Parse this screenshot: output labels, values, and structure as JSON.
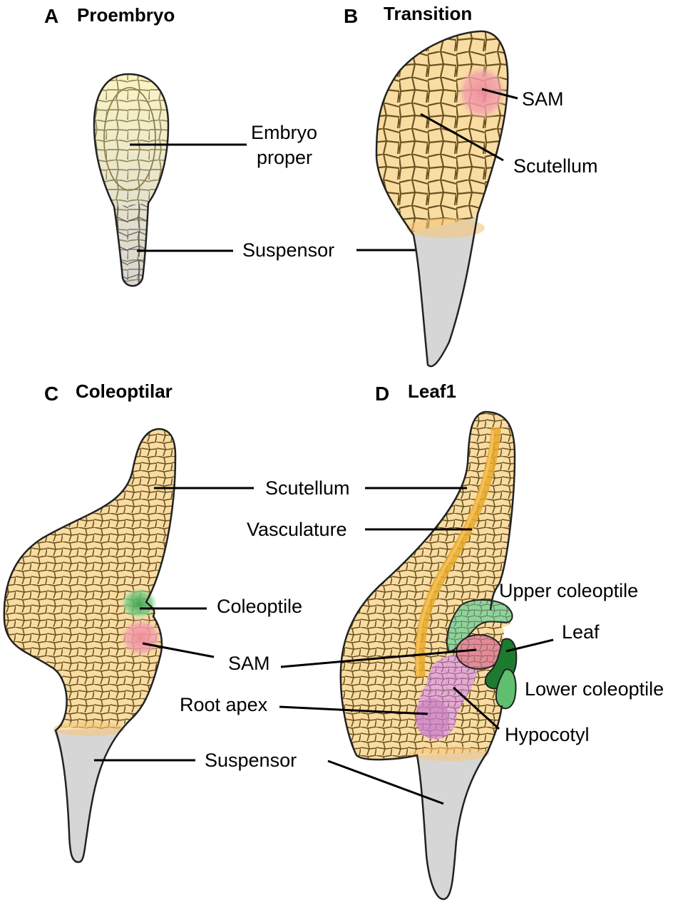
{
  "figure": {
    "panels": [
      {
        "letter": "A",
        "title": "Proembryo",
        "labels": [
          "Embryo",
          "proper",
          "Suspensor"
        ]
      },
      {
        "letter": "B",
        "title": "Transition",
        "labels": [
          "SAM",
          "Scutellum"
        ]
      },
      {
        "letter": "C",
        "title": "Coleoptilar",
        "labels": [
          "Scutellum",
          "Coleoptile",
          "Suspensor"
        ]
      },
      {
        "letter": "D",
        "title": "Leaf1",
        "labels": [
          "Upper coleoptile",
          "Leaf",
          "Lower coleoptile",
          "Hypocotyl"
        ]
      }
    ],
    "shared_labels": {
      "vasculature": "Vasculature",
      "sam": "SAM",
      "root_apex": "Root apex"
    },
    "colors": {
      "embryo_proper": "#fbf4c4",
      "scutellum": "#f9dca2",
      "suspensor": "#d6d6d6",
      "sam": "#f2a0a8",
      "coleoptile_light": "#8fd49a",
      "coleoptile_dark": "#1e7a2e",
      "hypocotyl": "#e9a4dc",
      "vasculature": "#e8a92a",
      "cell_wall": "#6b5220"
    }
  }
}
